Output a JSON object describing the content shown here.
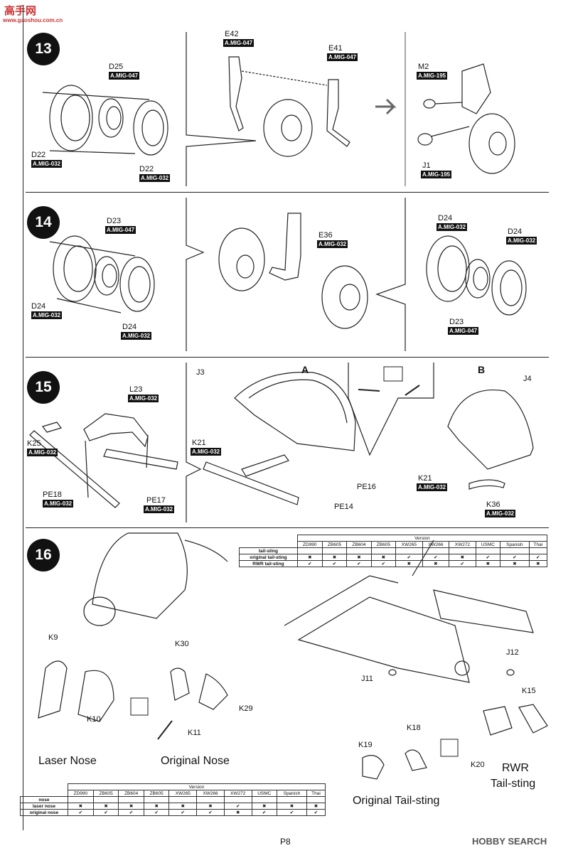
{
  "watermark_top": {
    "line1": "高手网",
    "line2": "www.gaoshou.com.cn"
  },
  "watermark_bottom": "HOBBY SEARCH",
  "page_number": "P8",
  "steps": {
    "s13": {
      "number": "13",
      "parts": {
        "d25": "D25",
        "d25_tag": "A.MIG-047",
        "d22a": "D22",
        "d22a_tag": "A.MIG-032",
        "d22b": "D22",
        "d22b_tag": "A.MIG-032",
        "e42": "E42",
        "e42_tag": "A.MIG-047",
        "e41": "E41",
        "e41_tag": "A.MIG-047",
        "m2": "M2",
        "m2_tag": "A.MIG-195",
        "j1": "J1",
        "j1_tag": "A.MIG-195"
      }
    },
    "s14": {
      "number": "14",
      "parts": {
        "d23a": "D23",
        "d23a_tag": "A.MIG-047",
        "d24a": "D24",
        "d24a_tag": "A.MIG-032",
        "d24b": "D24",
        "d24b_tag": "A.MIG-032",
        "e36": "E36",
        "e36_tag": "A.MIG-032",
        "d24c": "D24",
        "d24c_tag": "A.MIG-032",
        "d24d": "D24",
        "d24d_tag": "A.MIG-032",
        "d23b": "D23",
        "d23b_tag": "A.MIG-047"
      }
    },
    "s15": {
      "number": "15",
      "parts": {
        "l23": "L23",
        "l23_tag": "A.MIG-032",
        "k25": "K25",
        "k25_tag": "A.MIG-032",
        "pe18": "PE18",
        "pe18_tag": "A.MIG-032",
        "pe17": "PE17",
        "pe17_tag": "A.MIG-032",
        "j3": "J3",
        "letter_a": "A",
        "k21a": "K21",
        "k21a_tag": "A.MIG-032",
        "pe16": "PE16",
        "pe14": "PE14",
        "letter_b": "B",
        "j4": "J4",
        "k21b": "K21",
        "k21b_tag": "A.MIG-032",
        "k36": "K36",
        "k36_tag": "A.MIG-032"
      }
    },
    "s16": {
      "number": "16",
      "parts": {
        "k9": "K9",
        "k10": "K10",
        "k30": "K30",
        "k29": "K29",
        "k11": "K11",
        "j12": "J12",
        "j11": "J11",
        "k15": "K15",
        "k18": "K18",
        "k19": "K19",
        "k20": "K20"
      },
      "captions": {
        "laser_nose": "Laser Nose",
        "original_nose": "Original Nose",
        "original_tail": "Original Tail-sting",
        "rwr1": "RWR",
        "rwr2": "Tail-sting"
      }
    }
  },
  "tail_table": {
    "version_header": "Version",
    "columns": [
      "ZD990",
      "ZB605",
      "ZB604",
      "ZB605",
      "XW265",
      "XW266",
      "XW272",
      "USMC",
      "Spanish",
      "Thai"
    ],
    "rows": [
      {
        "label": "tail-sting",
        "cells": [
          "",
          "",
          "",
          "",
          "",
          "",
          "",
          "",
          "",
          ""
        ]
      },
      {
        "label": "original tail-sting",
        "cells": [
          "✖",
          "✖",
          "✖",
          "✖",
          "✔",
          "✔",
          "✖",
          "✔",
          "✔",
          "✔"
        ]
      },
      {
        "label": "RWR tail-sting",
        "cells": [
          "✔",
          "✔",
          "✔",
          "✔",
          "✖",
          "✖",
          "✔",
          "✖",
          "✖",
          "✖"
        ]
      }
    ]
  },
  "nose_table": {
    "version_header": "Version",
    "columns": [
      "ZD990",
      "ZB605",
      "ZB604",
      "ZB605",
      "XW265",
      "XW266",
      "XW272",
      "USMC",
      "Spanish",
      "Thai"
    ],
    "rows": [
      {
        "label": "nose",
        "cells": [
          "",
          "",
          "",
          "",
          "",
          "",
          "",
          "",
          "",
          ""
        ]
      },
      {
        "label": "laser nose",
        "cells": [
          "✖",
          "✖",
          "✖",
          "✖",
          "✖",
          "✖",
          "✔",
          "✖",
          "✖",
          "✖"
        ]
      },
      {
        "label": "original nose",
        "cells": [
          "✔",
          "✔",
          "✔",
          "✔",
          "✔",
          "✔",
          "✖",
          "✔",
          "✔",
          "✔"
        ]
      }
    ]
  }
}
